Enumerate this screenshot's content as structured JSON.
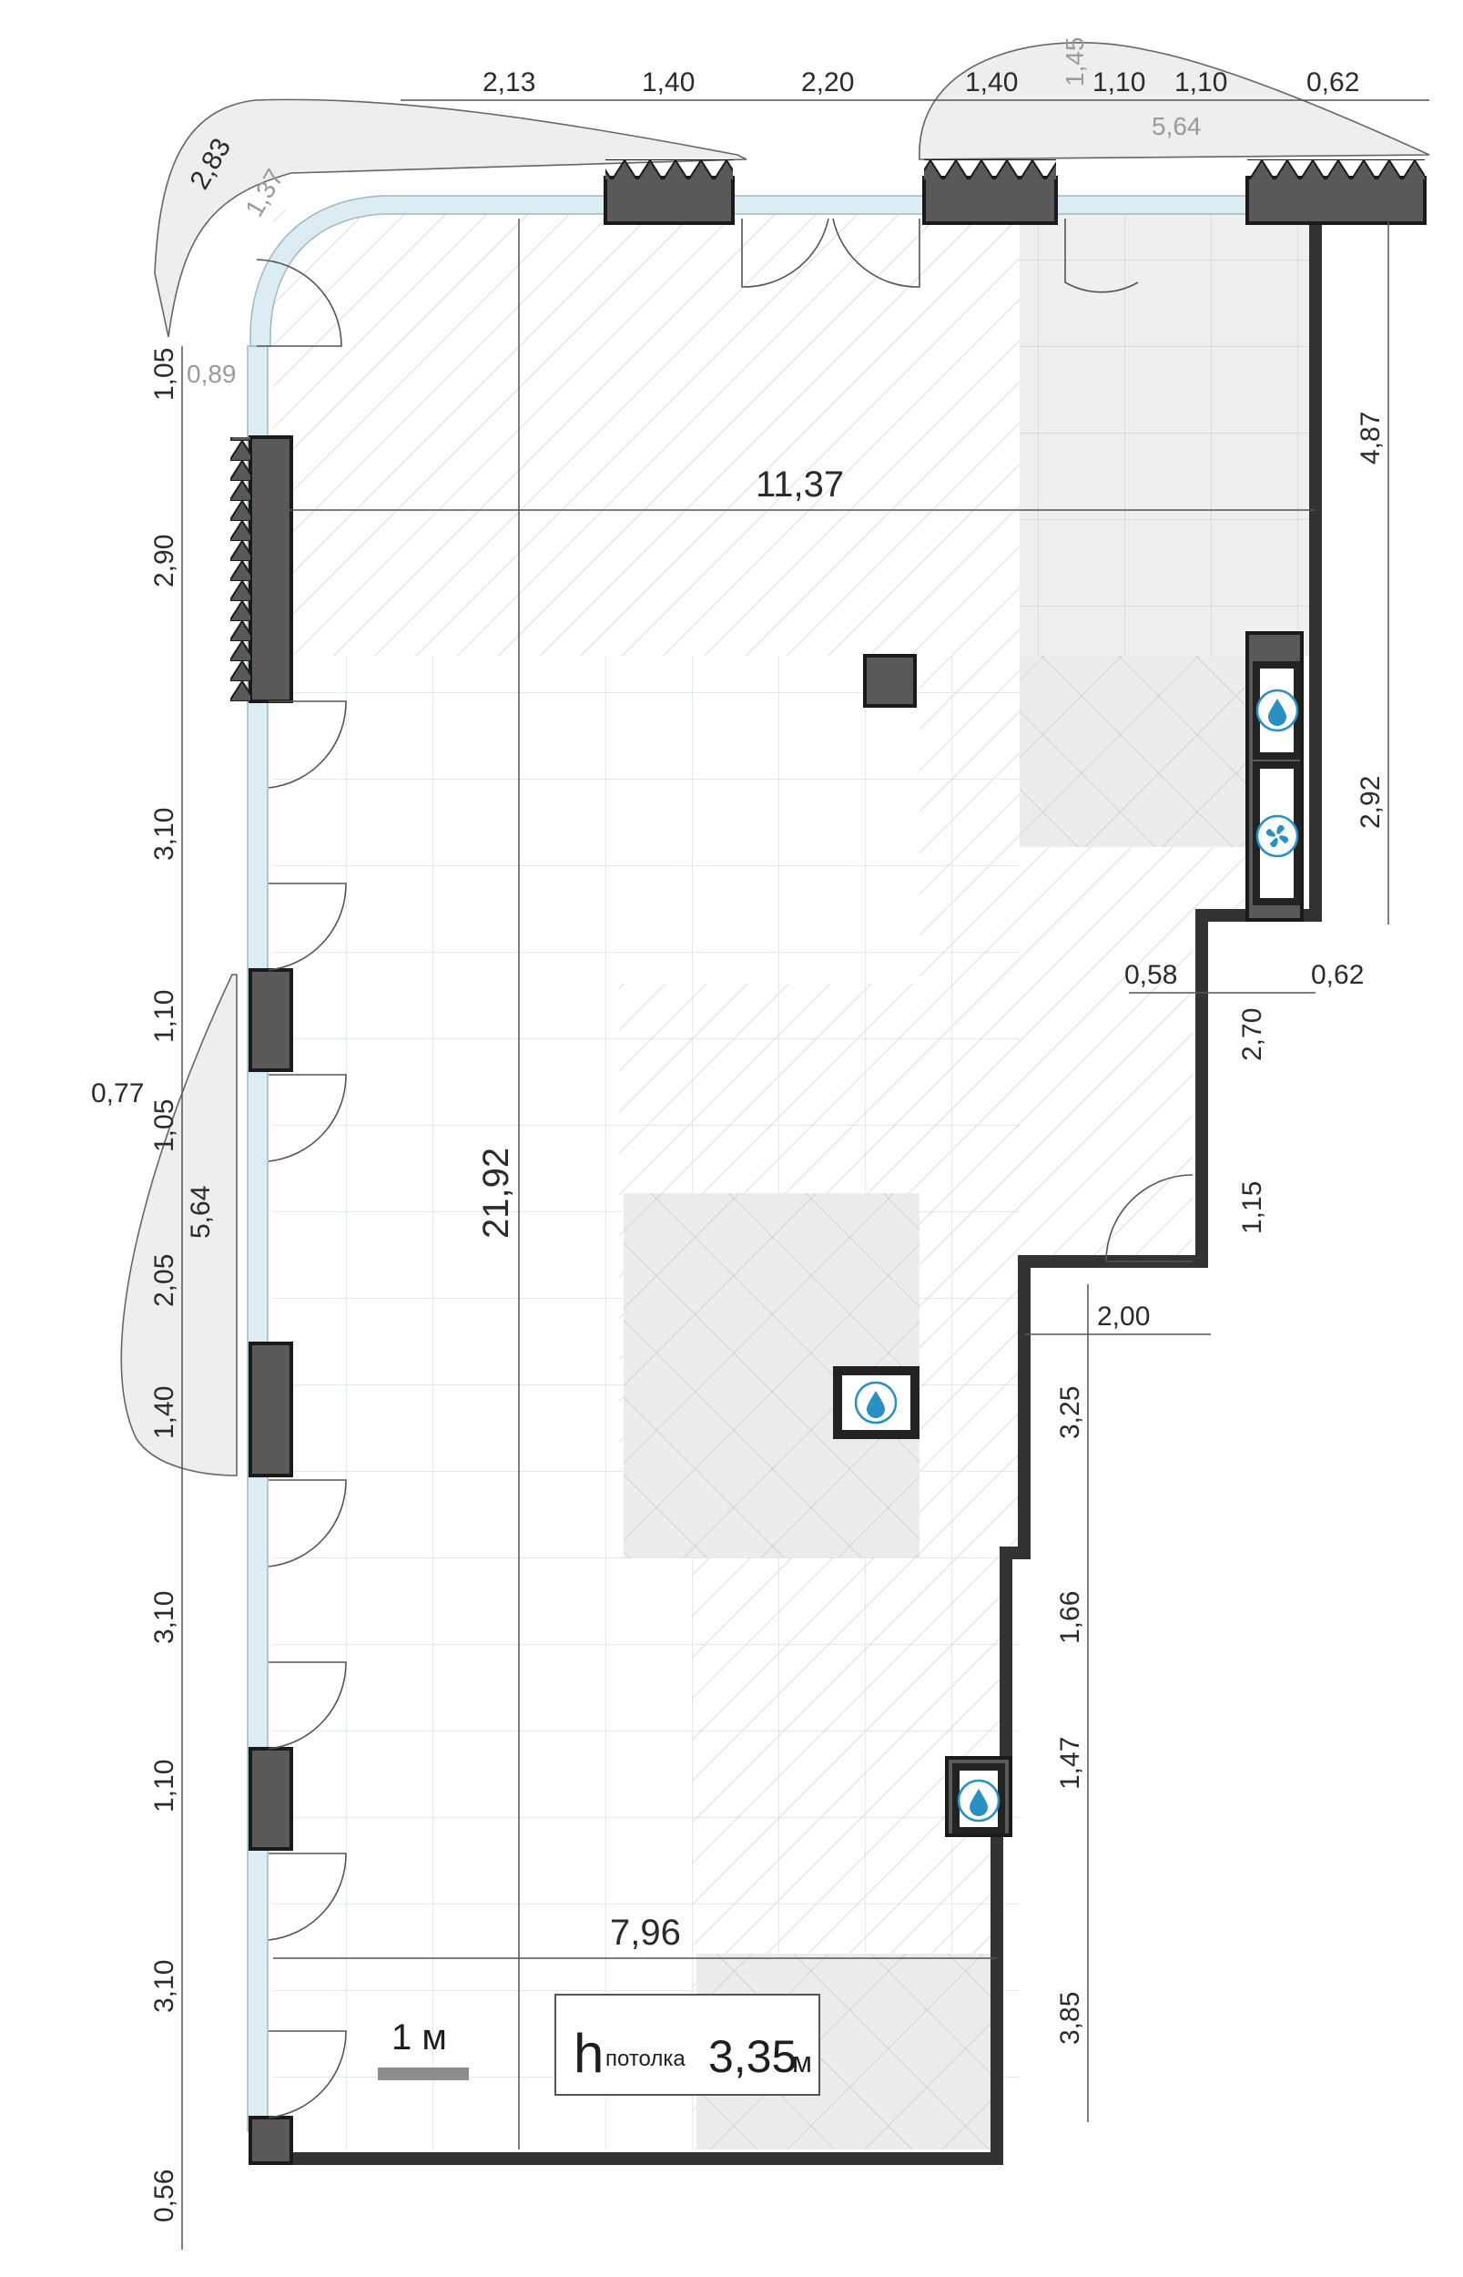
{
  "plan": {
    "dimensions_top": [
      "2,13",
      "1,40",
      "2,20",
      "1,40",
      "1,45",
      "1,10",
      "1,10",
      "0,62"
    ],
    "dimension_top_arc": "5,64",
    "dimensions_corner": [
      "2,83",
      "1,37",
      "0,89"
    ],
    "dimensions_left": [
      "1,05",
      "2,90",
      "3,10",
      "1,10",
      "1,05",
      "2,05",
      "1,40",
      "3,10",
      "1,10",
      "3,10",
      "0,56"
    ],
    "dimension_left_bay": "0,77",
    "dimension_left_arc": "5,64",
    "dimensions_right": [
      "4,87",
      "2,92",
      "2,70",
      "1,15",
      "3,25",
      "1,66",
      "1,47",
      "3,85"
    ],
    "dimensions_right_horizontal": [
      "0,58",
      "0,62",
      "2,00"
    ],
    "width_main": "11,37",
    "height_main": "21,92",
    "width_bottom": "7,96",
    "scale_label": "1 м",
    "ceiling": {
      "h": "h",
      "label": "потолка",
      "value": "3,35",
      "unit": "м"
    },
    "icons": [
      "water-drop-icon",
      "fan-icon",
      "water-drop-icon",
      "water-drop-icon"
    ],
    "colors": {
      "wall": "#595959",
      "glass": "#dcecf3",
      "accent": "#2a8fc1"
    }
  }
}
